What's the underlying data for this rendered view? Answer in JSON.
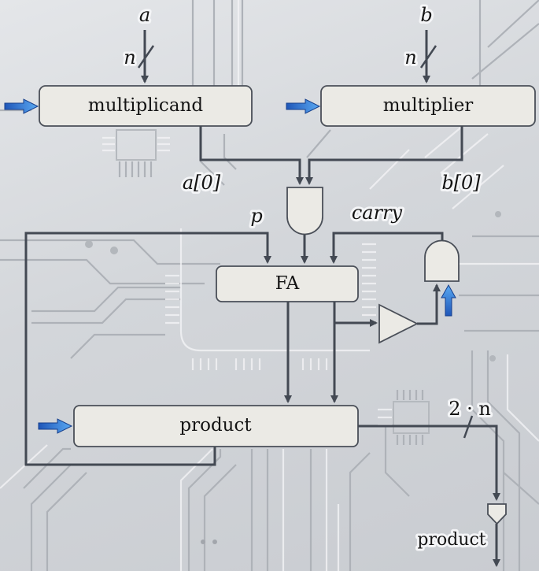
{
  "diagram": {
    "title": "Shift-and-add multiplier datapath",
    "inputs": {
      "a_label": "a",
      "a_width": "n",
      "b_label": "b",
      "b_width": "n"
    },
    "registers": {
      "multiplicand": "multiplicand",
      "multiplier": "multiplier",
      "product": "product"
    },
    "signals": {
      "a0": "a[0]",
      "b0": "b[0]",
      "p": "p",
      "carry": "carry",
      "out_width": "2 · n",
      "out_label": "product"
    },
    "blocks": {
      "full_adder": "FA",
      "and_gate_top": "AND",
      "and_gate_carry": "AND",
      "buffer": "buffer"
    },
    "colors": {
      "wire": "#434953",
      "box_fill": "#ebeae5",
      "clock_arrow": "#2a6fd1",
      "background": "#d3d6da"
    }
  }
}
